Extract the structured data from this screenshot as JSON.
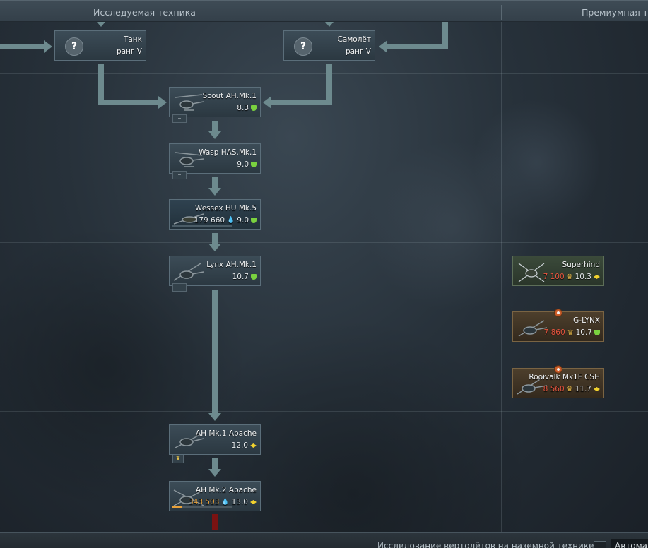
{
  "header": {
    "researched_title": "Исследуемая техника",
    "premium_title": "Премиумная те"
  },
  "colors": {
    "arrow": "#6d8a8e",
    "reward_red": "#e8553f",
    "br_green": "#7ad13f",
    "br_yellow": "#f2d22e"
  },
  "prereqs": [
    {
      "name": "Танк",
      "rank": "ранг V"
    },
    {
      "name": "Самолёт",
      "rank": "ранг V"
    }
  ],
  "tree": [
    {
      "name": "Scout AH.Mk.1",
      "cost": "",
      "br": "8.3",
      "br_icon": "green-br-icon"
    },
    {
      "name": "Wasp HAS.Mk.1",
      "cost": "",
      "br": "9.0",
      "br_icon": "green-br-icon"
    },
    {
      "name": "Wessex HU Mk.5",
      "cost": "179 660",
      "br": "9.0",
      "br_icon": "green-br-icon"
    },
    {
      "name": "Lynx AH.Mk.1",
      "cost": "",
      "br": "10.7",
      "br_icon": "green-br-icon"
    },
    {
      "name": "AH Mk.1 Apache",
      "cost": "",
      "br": "12.0",
      "br_icon": "yellow-br-icon"
    },
    {
      "name": "AH Mk.2 Apache",
      "cost": "343 503",
      "br": "13.0",
      "br_icon": "yellow-br-icon",
      "progress": 0.15
    }
  ],
  "premium": [
    {
      "name": "Superhind",
      "cost": "7 100",
      "br": "10.3",
      "br_icon": "yellow-br-icon"
    },
    {
      "name": "G-LYNX",
      "cost": "7 860",
      "br": "10.7",
      "br_icon": "green-br-icon"
    },
    {
      "name": "Rooivalk Mk1F CSH",
      "cost": "8 560",
      "br": "11.7",
      "br_icon": "yellow-br-icon"
    }
  ],
  "footer": {
    "research_label": "Исследование вертолётов на наземной технике",
    "auto_label": "Автомат"
  }
}
